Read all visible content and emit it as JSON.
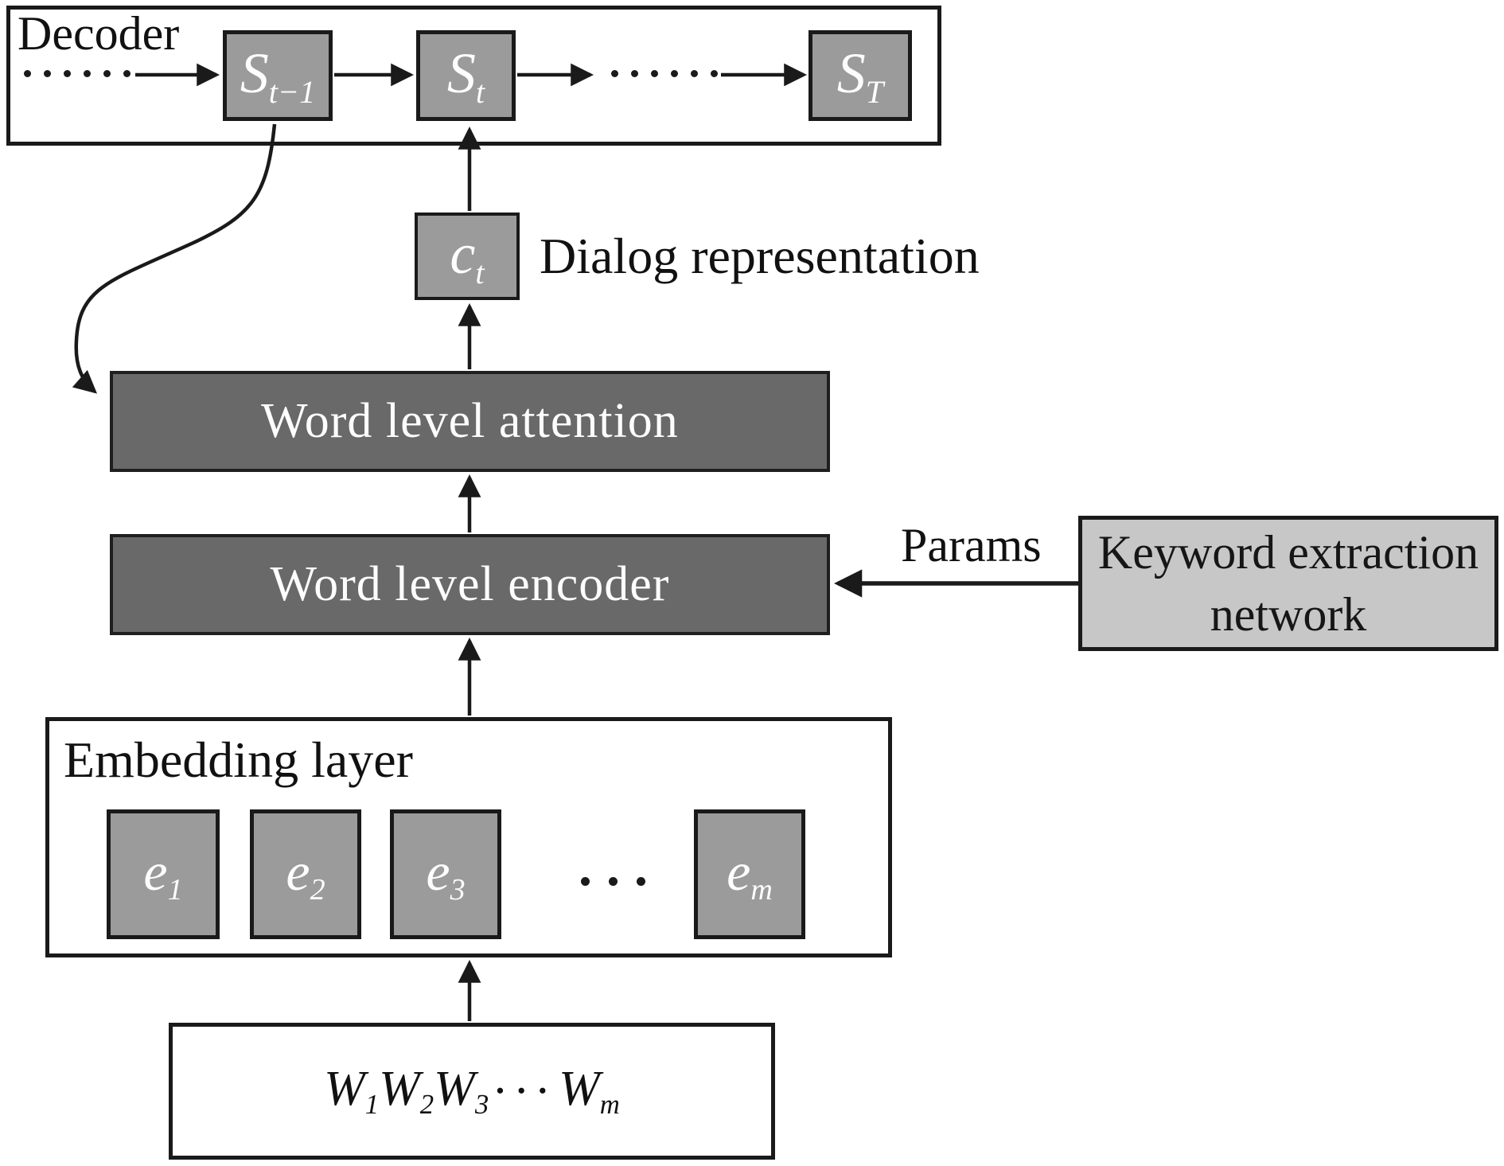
{
  "colors": {
    "background": "#ffffff",
    "state_box_fill": "#9b9b9b",
    "bar_fill": "#696969",
    "keyword_box_fill": "#c7c7c7",
    "line_color": "#1a1a1a",
    "light_text": "#fdfdfd",
    "dark_text": "#111111"
  },
  "decoder": {
    "label": "Decoder",
    "ellipsis_left": "······",
    "ellipsis_mid": "······",
    "states": [
      {
        "base": "S",
        "sub": "t−1"
      },
      {
        "base": "S",
        "sub": "t"
      },
      {
        "base": "S",
        "sub": "T"
      }
    ]
  },
  "context_vector": {
    "base": "c",
    "sub": "t",
    "caption": "Dialog representation"
  },
  "attention": {
    "label": "Word level attention"
  },
  "encoder": {
    "label": "Word level encoder"
  },
  "keyword_network": {
    "params_label": "Params",
    "label_line1": "Keyword extraction",
    "label_line2": "network"
  },
  "embedding": {
    "label": "Embedding layer",
    "ellipsis": "···",
    "items": [
      {
        "base": "e",
        "sub": "1"
      },
      {
        "base": "e",
        "sub": "2"
      },
      {
        "base": "e",
        "sub": "3"
      },
      {
        "base": "e",
        "sub": "m"
      }
    ]
  },
  "input": {
    "tokens": [
      {
        "base": "W",
        "sub": "1"
      },
      {
        "base": "W",
        "sub": "2"
      },
      {
        "base": "W",
        "sub": "3"
      }
    ],
    "ellipsis": "···",
    "last_token": {
      "base": "W",
      "sub": "m"
    }
  }
}
